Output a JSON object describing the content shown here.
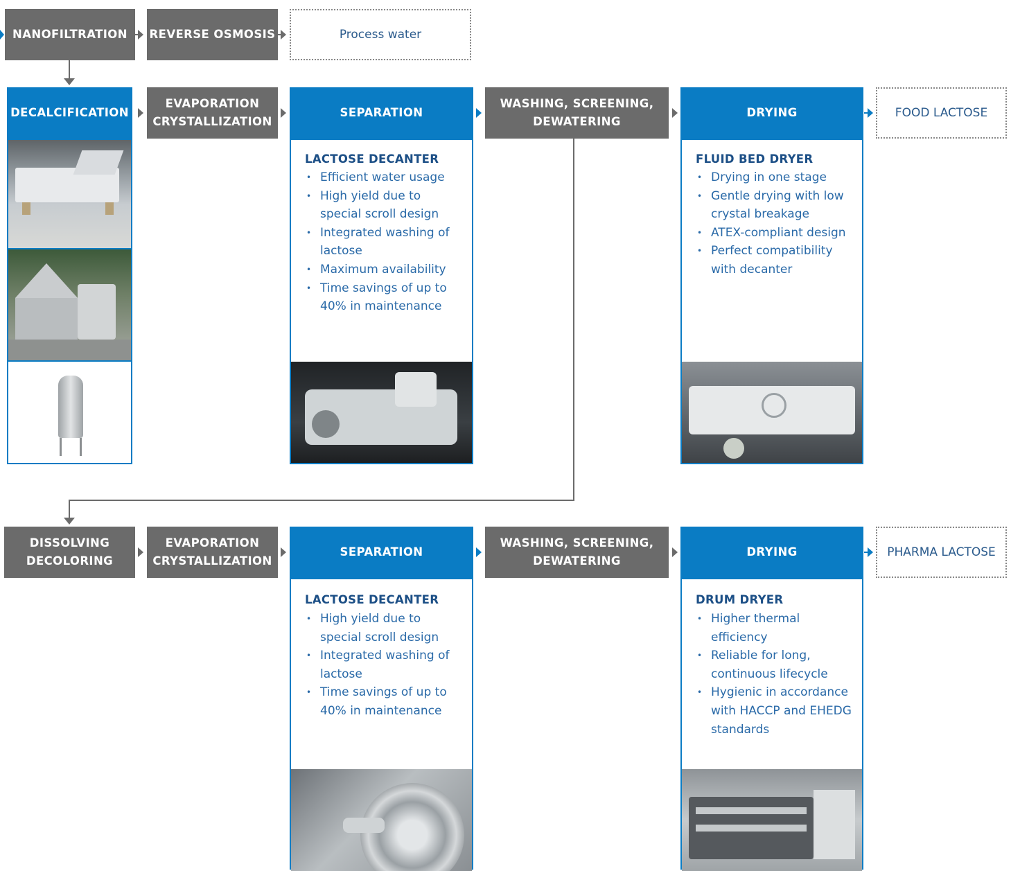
{
  "colors": {
    "accent_blue": "#0a7cc4",
    "step_gray": "#6b6b6b",
    "connector": "#6b6b6b",
    "text_blue": "#2a6aa8",
    "title_navy": "#1c4f86"
  },
  "top": {
    "nanofiltration": "NANOFILTRATION",
    "reverse_osmosis": "REVERSE OSMOSIS",
    "process_water": "Process water"
  },
  "row1": {
    "decalcification": "DECALCIFICATION",
    "evaporation": [
      "EVAPORATION",
      "CRYSTALLIZATION"
    ],
    "separation": "SEPARATION",
    "washing": [
      "WASHING, SCREENING,",
      "DEWATERING"
    ],
    "drying": "DRYING",
    "output": "FOOD LACTOSE",
    "separation_card": {
      "title": "LACTOSE DECANTER",
      "items": [
        "Efficient water usage",
        "High yield due to special scroll design",
        "Integrated washing of lactose",
        "Maximum availability",
        "Time savings of up to 40% in maintenance"
      ]
    },
    "drying_card": {
      "title": "FLUID BED DRYER",
      "items": [
        "Drying in one stage",
        "Gentle drying with low crystal breakage",
        "ATEX-compliant design",
        "Perfect compatibility with decanter"
      ]
    }
  },
  "row2": {
    "dissolving": [
      "DISSOLVING",
      "DECOLORING"
    ],
    "evaporation": [
      "EVAPORATION",
      "CRYSTALLIZATION"
    ],
    "separation": "SEPARATION",
    "washing": [
      "WASHING, SCREENING,",
      "DEWATERING"
    ],
    "drying": "DRYING",
    "output": "PHARMA LACTOSE",
    "separation_card": {
      "title": "LACTOSE DECANTER",
      "items": [
        "High yield due to special scroll design",
        "Integrated washing of lactose",
        "Time savings of up to 40% in maintenance"
      ]
    },
    "drying_card": {
      "title": "DRUM DRYER",
      "items": [
        "Higher thermal efficiency",
        "Reliable for long, continuous lifecycle",
        "Hygienic in accordance with HACCP and EHEDG standards"
      ]
    }
  }
}
